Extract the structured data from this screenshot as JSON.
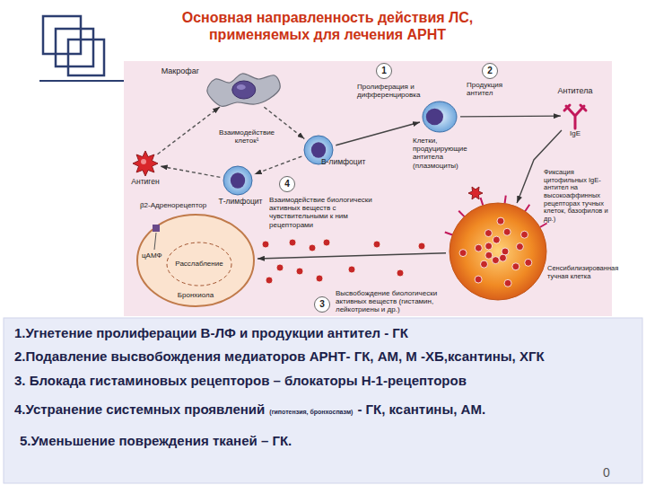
{
  "diagram": {
    "title": "Основная направленность действия ЛС, применяемых для лечения АРНТ",
    "nodes": [
      {
        "text": [
          "Макрофаг"
        ]
      },
      {
        "text": [
          "1"
        ]
      },
      {
        "text": [
          "2"
        ]
      },
      {
        "text": [
          "Антитела",
          "IgE"
        ]
      },
      {
        "text": [
          "Антиген"
        ]
      },
      {
        "text": [
          "В-лимфоцит"
        ]
      },
      {
        "text": [
          "Клетки, продуцирующие антитела (плазмоциты)"
        ]
      },
      {
        "text": [
          "Т-лимфоцит"
        ]
      },
      {
        "text": [
          "4"
        ]
      },
      {
        "text": [
          "β2-Адренорецептор",
          "цАМФ",
          "Расслабление",
          "Бронхиола"
        ]
      },
      {
        "text": [
          "Сенсибилизированная тучная клетка"
        ]
      },
      {
        "text": [
          "3"
        ]
      },
      {
        "text": [
          "1.Угнетение пролиферации В-ЛФ и продукции антител - ГК",
          "2.Подавление высвобождения медиаторов АРНТ- ГК, АМ, М -ХБ,ксантины, ХГК",
          "3. Блокада гистаминовых рецепторов – блокаторы Н-1-рецепторов",
          "4.Устранение системных проявлений",
          "(гипотензия, бронхоспазм)",
          "- ГК, ксантины, АМ.",
          "5.Уменьшение повреждения тканей – ГК."
        ]
      }
    ],
    "edges": [
      {
        "from": 4,
        "to": 0,
        "arrow": "to"
      },
      {
        "from": 0,
        "to": 5,
        "arrow": "to"
      },
      {
        "from": 5,
        "to": 7,
        "arrow": "to"
      },
      {
        "from": 7,
        "to": 4,
        "arrow": "to"
      },
      {
        "from": 5,
        "to": 6,
        "label": "Пролиферация и дифференцировка",
        "arrow": "to"
      },
      {
        "from": 6,
        "to": 3,
        "label": "Продукция антител",
        "arrow": "to"
      },
      {
        "from": 3,
        "to": 10,
        "arrow": "to"
      },
      {
        "from": 10,
        "to": 9,
        "arrow": "to"
      }
    ],
    "labels": [
      "Взаимодействие клеток¹",
      "Фиксация цитофильных IgE-антител на высокоаффинных рецепторах тучных клеток, базофилов и др.)",
      "Высвобождение биологически активных веществ (гистамин, лейкотриены и др.)",
      "Взаимодействие биологически активных веществ с чувствительными к ним рецепторами",
      "0"
    ]
  }
}
